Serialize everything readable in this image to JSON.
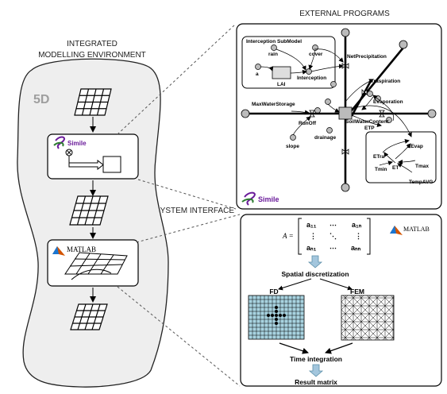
{
  "headings": {
    "external_programs": "EXTERNAL PROGRAMS",
    "ime_line1": "INTEGRATED",
    "ime_line2": "MODELLING ENVIRONMENT",
    "system_interface": "SYSTEM INTERFACE",
    "fived": "5D"
  },
  "simile_box": {
    "logo_text": "Simile"
  },
  "matlab_box": {
    "logo_text": "MATLAB"
  },
  "simile_model": {
    "submodel_title": "Interception SubModel",
    "labels": {
      "rain": "rain",
      "cover": "cover",
      "a": "a",
      "lai": "LAI",
      "interception": "Interception",
      "net_precipitation": "NetPrecipitation",
      "traspiration": "Traspiration",
      "evaporation": "Evaporation",
      "max_water_storage": "MaxWaterStorage",
      "runoff": "RunOff",
      "soil_water_content": "SoilWaterContent",
      "etp": "ETP",
      "slope": "slope",
      "drainage": "drainage",
      "etra": "ETra",
      "eevap": "EEvap",
      "tmin": "Tmin",
      "et": "ET",
      "tmax": "Tmax",
      "tempavg": "TempAVG"
    },
    "logo_text": "Simile"
  },
  "matlab_panel": {
    "logo_text": "MATLAB",
    "matrix_lhs": "A =",
    "matrix_cells": [
      "a₁₁",
      "⋯",
      "a₁ₙ",
      "⋮",
      "⋱",
      "⋮",
      "aₙ₁",
      "⋯",
      "aₙₙ"
    ],
    "spatial_discretization": "Spatial discretization",
    "fd": "FD",
    "fem": "FEM",
    "time_integration": "Time integration",
    "result_matrix": "Result matrix"
  },
  "colors": {
    "shape_fill": "#eeeeee",
    "fd_fill": "#a8d3e0",
    "arrow_fill": "#a3c6dd",
    "simile_green": "#2e7d32",
    "simile_purple": "#6a1b9a",
    "matlab_orange": "#d35400",
    "ink": "#000000"
  }
}
